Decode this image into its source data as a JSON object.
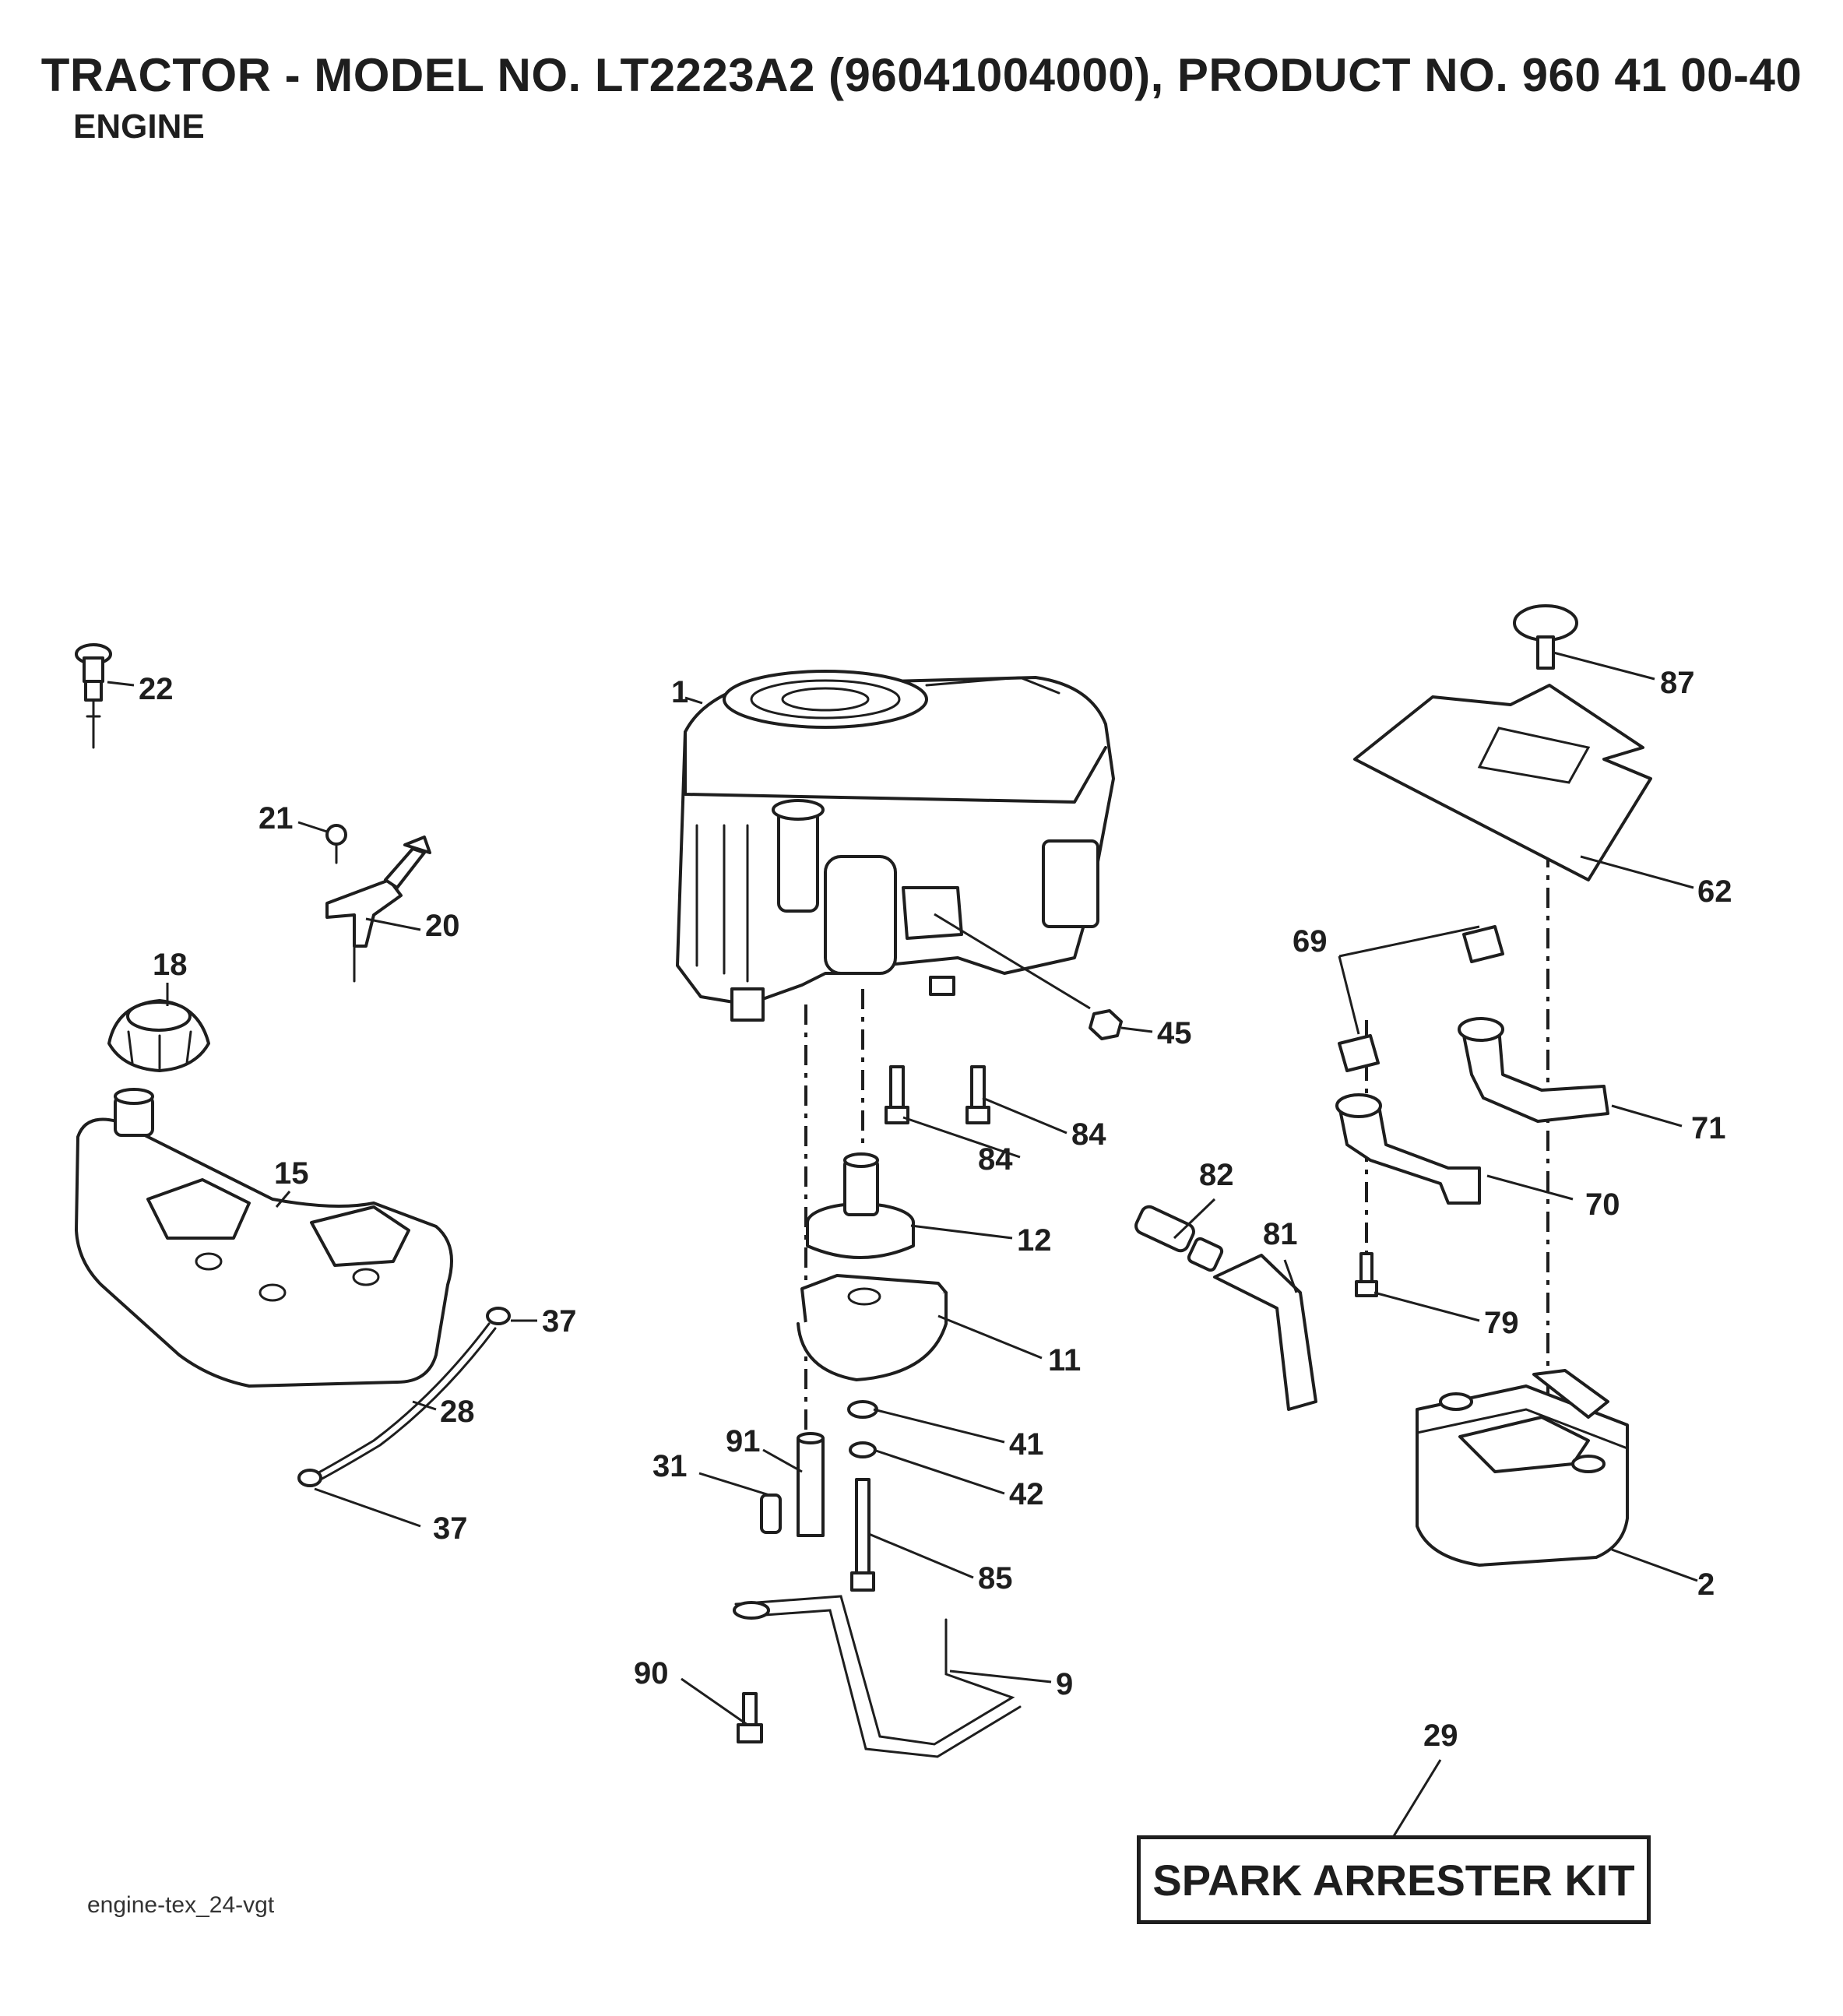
{
  "header": {
    "title": "TRACTOR - MODEL NO. LT2223A2 (96041004000), PRODUCT NO. 960 41 00-40",
    "subtitle": "ENGINE"
  },
  "footer": {
    "drawing_code": "engine-tex_24-vgt",
    "kit_label": "SPARK ARRESTER KIT"
  },
  "callouts": {
    "c1": "1",
    "c2": "2",
    "c9": "9",
    "c11": "11",
    "c12": "12",
    "c15": "15",
    "c18": "18",
    "c20": "20",
    "c21": "21",
    "c22": "22",
    "c28": "28",
    "c29": "29",
    "c31": "31",
    "c37a": "37",
    "c37b": "37",
    "c41": "41",
    "c42": "42",
    "c45": "45",
    "c62": "62",
    "c69": "69",
    "c70": "70",
    "c71": "71",
    "c79": "79",
    "c81": "81",
    "c82": "82",
    "c84a": "84",
    "c84b": "84",
    "c85": "85",
    "c87": "87",
    "c90": "90",
    "c91": "91"
  }
}
